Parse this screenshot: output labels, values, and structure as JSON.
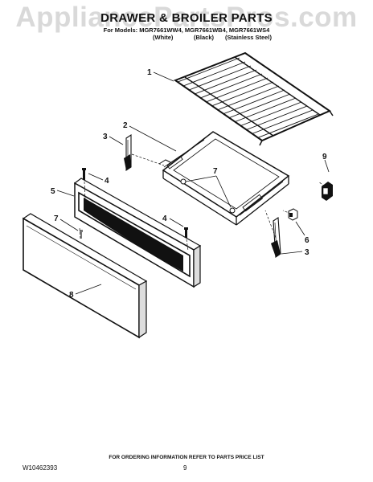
{
  "watermark": "AppliancePartsPros.com",
  "title": "DRAWER & BROILER PARTS",
  "models": "For Models: MGR7661WW4, MGR7661WB4, MGR7661WS4",
  "finishes": [
    "(White)",
    "(Black)",
    "(Stainless Steel)"
  ],
  "callouts": [
    "1",
    "2",
    "3",
    "4",
    "5",
    "7",
    "7",
    "4",
    "9",
    "6",
    "3",
    "8"
  ],
  "footer": {
    "ordering": "FOR ORDERING INFORMATION REFER TO PARTS PRICE LIST",
    "doc_number": "W10462393",
    "page": "9"
  }
}
